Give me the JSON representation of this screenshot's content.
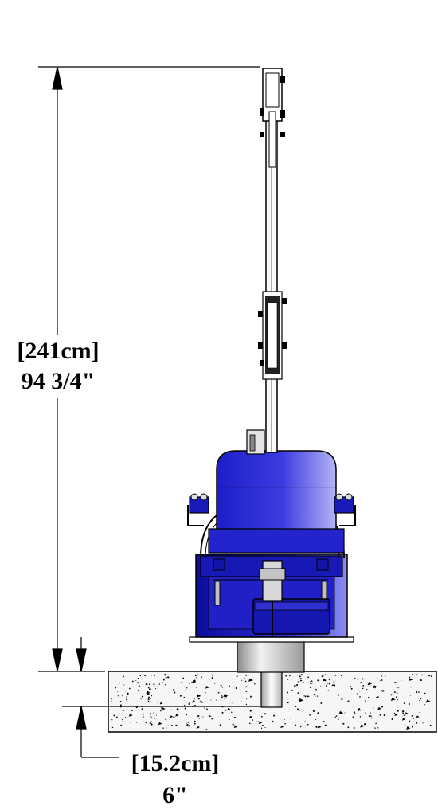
{
  "dimensions": {
    "overall_height": {
      "metric": "[241cm]",
      "imperial": "94 3/4\""
    },
    "embed_depth": {
      "metric": "[15.2cm]",
      "imperial": "6\""
    }
  },
  "colors": {
    "line": "#000000",
    "body_blue": "#2a2ad0",
    "body_blue_dark": "#0a0a8a",
    "body_blue_light": "#9a9af4",
    "pipe_grey": "#c8c8c8",
    "concrete": "#f4f4f4"
  }
}
